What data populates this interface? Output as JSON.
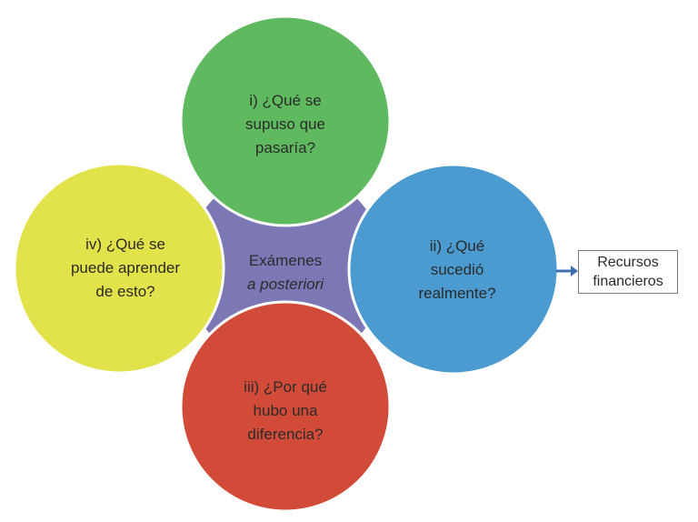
{
  "center": {
    "line1": "Exámenes",
    "line2": "a posteriori",
    "color": "#7b78b5"
  },
  "circles": [
    {
      "id": "i",
      "lines": [
        "i) ¿Qué se",
        "supuso que",
        "pasaría?"
      ],
      "color": "#5fba5f"
    },
    {
      "id": "ii",
      "lines": [
        "ii) ¿Qué",
        "sucedió",
        "realmente?"
      ],
      "color": "#4b9ad0"
    },
    {
      "id": "iii",
      "lines": [
        "iii) ¿Por qué",
        "hubo una",
        "diferencia?"
      ],
      "color": "#d24b39"
    },
    {
      "id": "iv",
      "lines": [
        "iv) ¿Qué se",
        "puede aprender",
        "de esto?"
      ],
      "color": "#e2e24a"
    }
  ],
  "output_box": {
    "lines": [
      "Recursos",
      "financieros"
    ]
  },
  "arrow_color": "#3f6fb0"
}
